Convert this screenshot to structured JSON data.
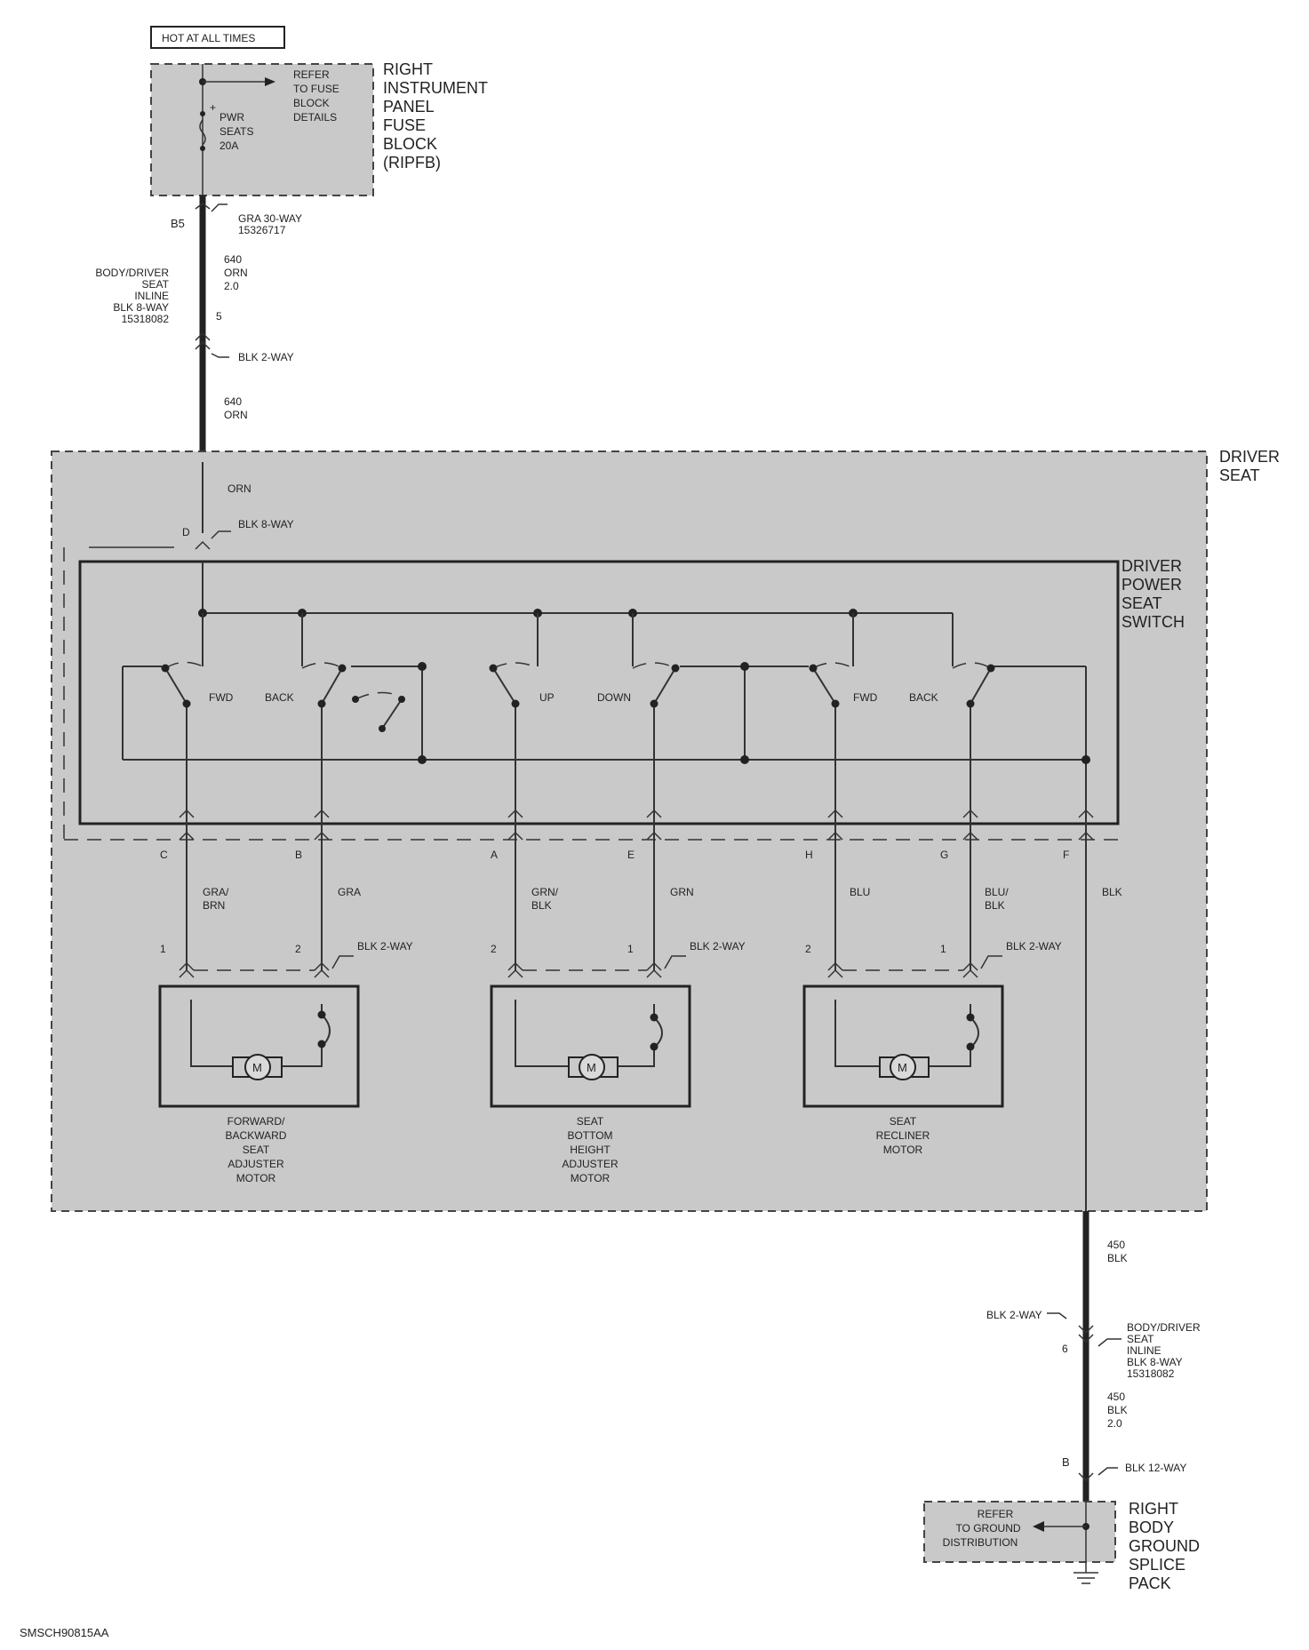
{
  "header": {
    "hot_label": "HOT AT ALL TIMES"
  },
  "fuse_block": {
    "title": [
      "RIGHT",
      "INSTRUMENT",
      "PANEL",
      "FUSE",
      "BLOCK",
      "(RIPFB)"
    ],
    "refer": [
      "REFER",
      "TO FUSE",
      "BLOCK",
      "DETAILS"
    ],
    "fuse": [
      "PWR",
      "SEATS",
      "20A"
    ]
  },
  "upper_harness": {
    "pin_b5": "B5",
    "gra_conn": [
      "GRA 30-WAY",
      "15326717"
    ],
    "wire1": [
      "640",
      "ORN",
      "2.0"
    ],
    "inline": [
      "BODY/DRIVER",
      "SEAT",
      "INLINE",
      "BLK 8-WAY",
      "15318082"
    ],
    "pin_5": "5",
    "blk2": "BLK 2-WAY",
    "wire2": [
      "640",
      "ORN"
    ]
  },
  "driver_seat": {
    "title": [
      "DRIVER",
      "SEAT"
    ],
    "orn": "ORN",
    "pin_d": "D",
    "blk8": "BLK 8-WAY",
    "switch_title": [
      "DRIVER",
      "POWER",
      "SEAT",
      "SWITCH"
    ],
    "switch_labels": [
      "FWD",
      "BACK",
      "UP",
      "DOWN",
      "FWD",
      "BACK"
    ],
    "pins": [
      "C",
      "B",
      "A",
      "E",
      "H",
      "G",
      "F"
    ],
    "wire_colors": [
      [
        "GRA/",
        "BRN"
      ],
      [
        "GRA"
      ],
      [
        "GRN/",
        "BLK"
      ],
      [
        "GRN"
      ],
      [
        "BLU"
      ],
      [
        "BLU/",
        "BLK"
      ],
      [
        "BLK"
      ]
    ],
    "motor_pins": [
      "1",
      "2",
      "2",
      "1",
      "2",
      "1"
    ],
    "motor_conn": "BLK 2-WAY",
    "motors": [
      [
        "FORWARD/",
        "BACKWARD",
        "SEAT",
        "ADJUSTER",
        "MOTOR"
      ],
      [
        "SEAT",
        "BOTTOM",
        "HEIGHT",
        "ADJUSTER",
        "MOTOR"
      ],
      [
        "SEAT",
        "RECLINER",
        "MOTOR"
      ]
    ],
    "motor_symbol": "M"
  },
  "lower_harness": {
    "wire1": [
      "450",
      "BLK"
    ],
    "blk2": "BLK 2-WAY",
    "inline": [
      "BODY/DRIVER",
      "SEAT",
      "INLINE",
      "BLK 8-WAY",
      "15318082"
    ],
    "pin_6": "6",
    "wire2": [
      "450",
      "BLK",
      "2.0"
    ],
    "pin_b": "B",
    "blk12": "BLK 12-WAY"
  },
  "ground": {
    "refer": [
      "REFER",
      "TO GROUND",
      "DISTRIBUTION"
    ],
    "title": [
      "RIGHT",
      "BODY",
      "GROUND",
      "SPLICE",
      "PACK"
    ]
  },
  "footer": {
    "code": "SMSCH90815AA"
  }
}
